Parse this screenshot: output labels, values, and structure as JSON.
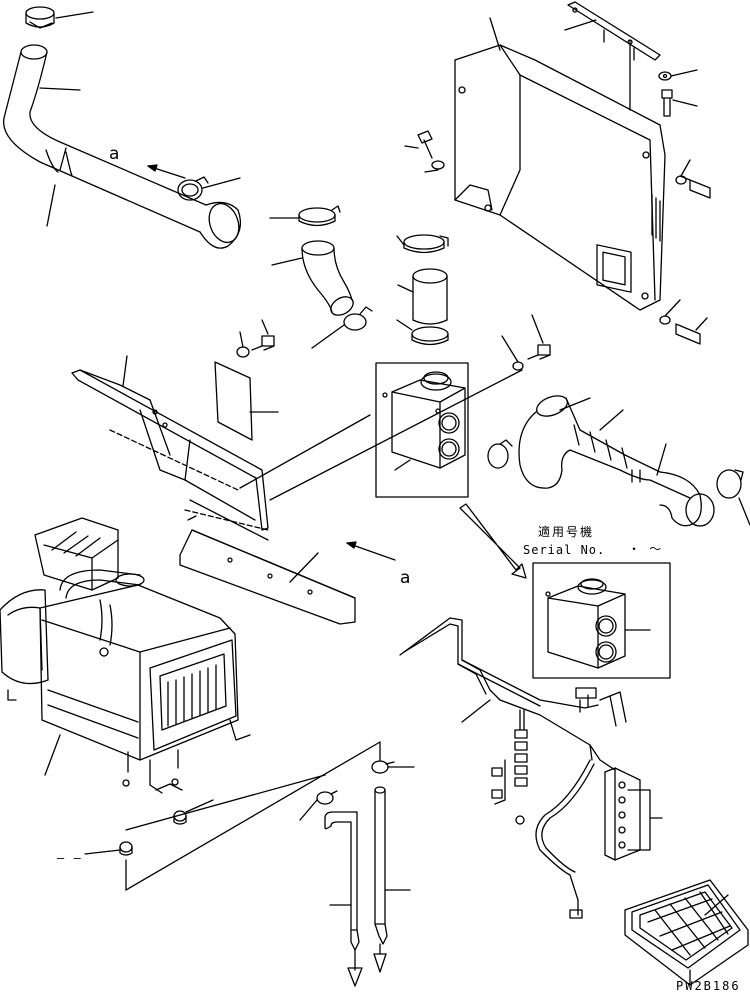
{
  "diagram": {
    "view_marker_top": "a",
    "view_marker_mid": "a",
    "applicable_title": "適用号機",
    "serial_label": "Serial No.",
    "serial_range": "・ 〜",
    "dash_mark": "– –",
    "drawing_code": "PW2B186"
  }
}
